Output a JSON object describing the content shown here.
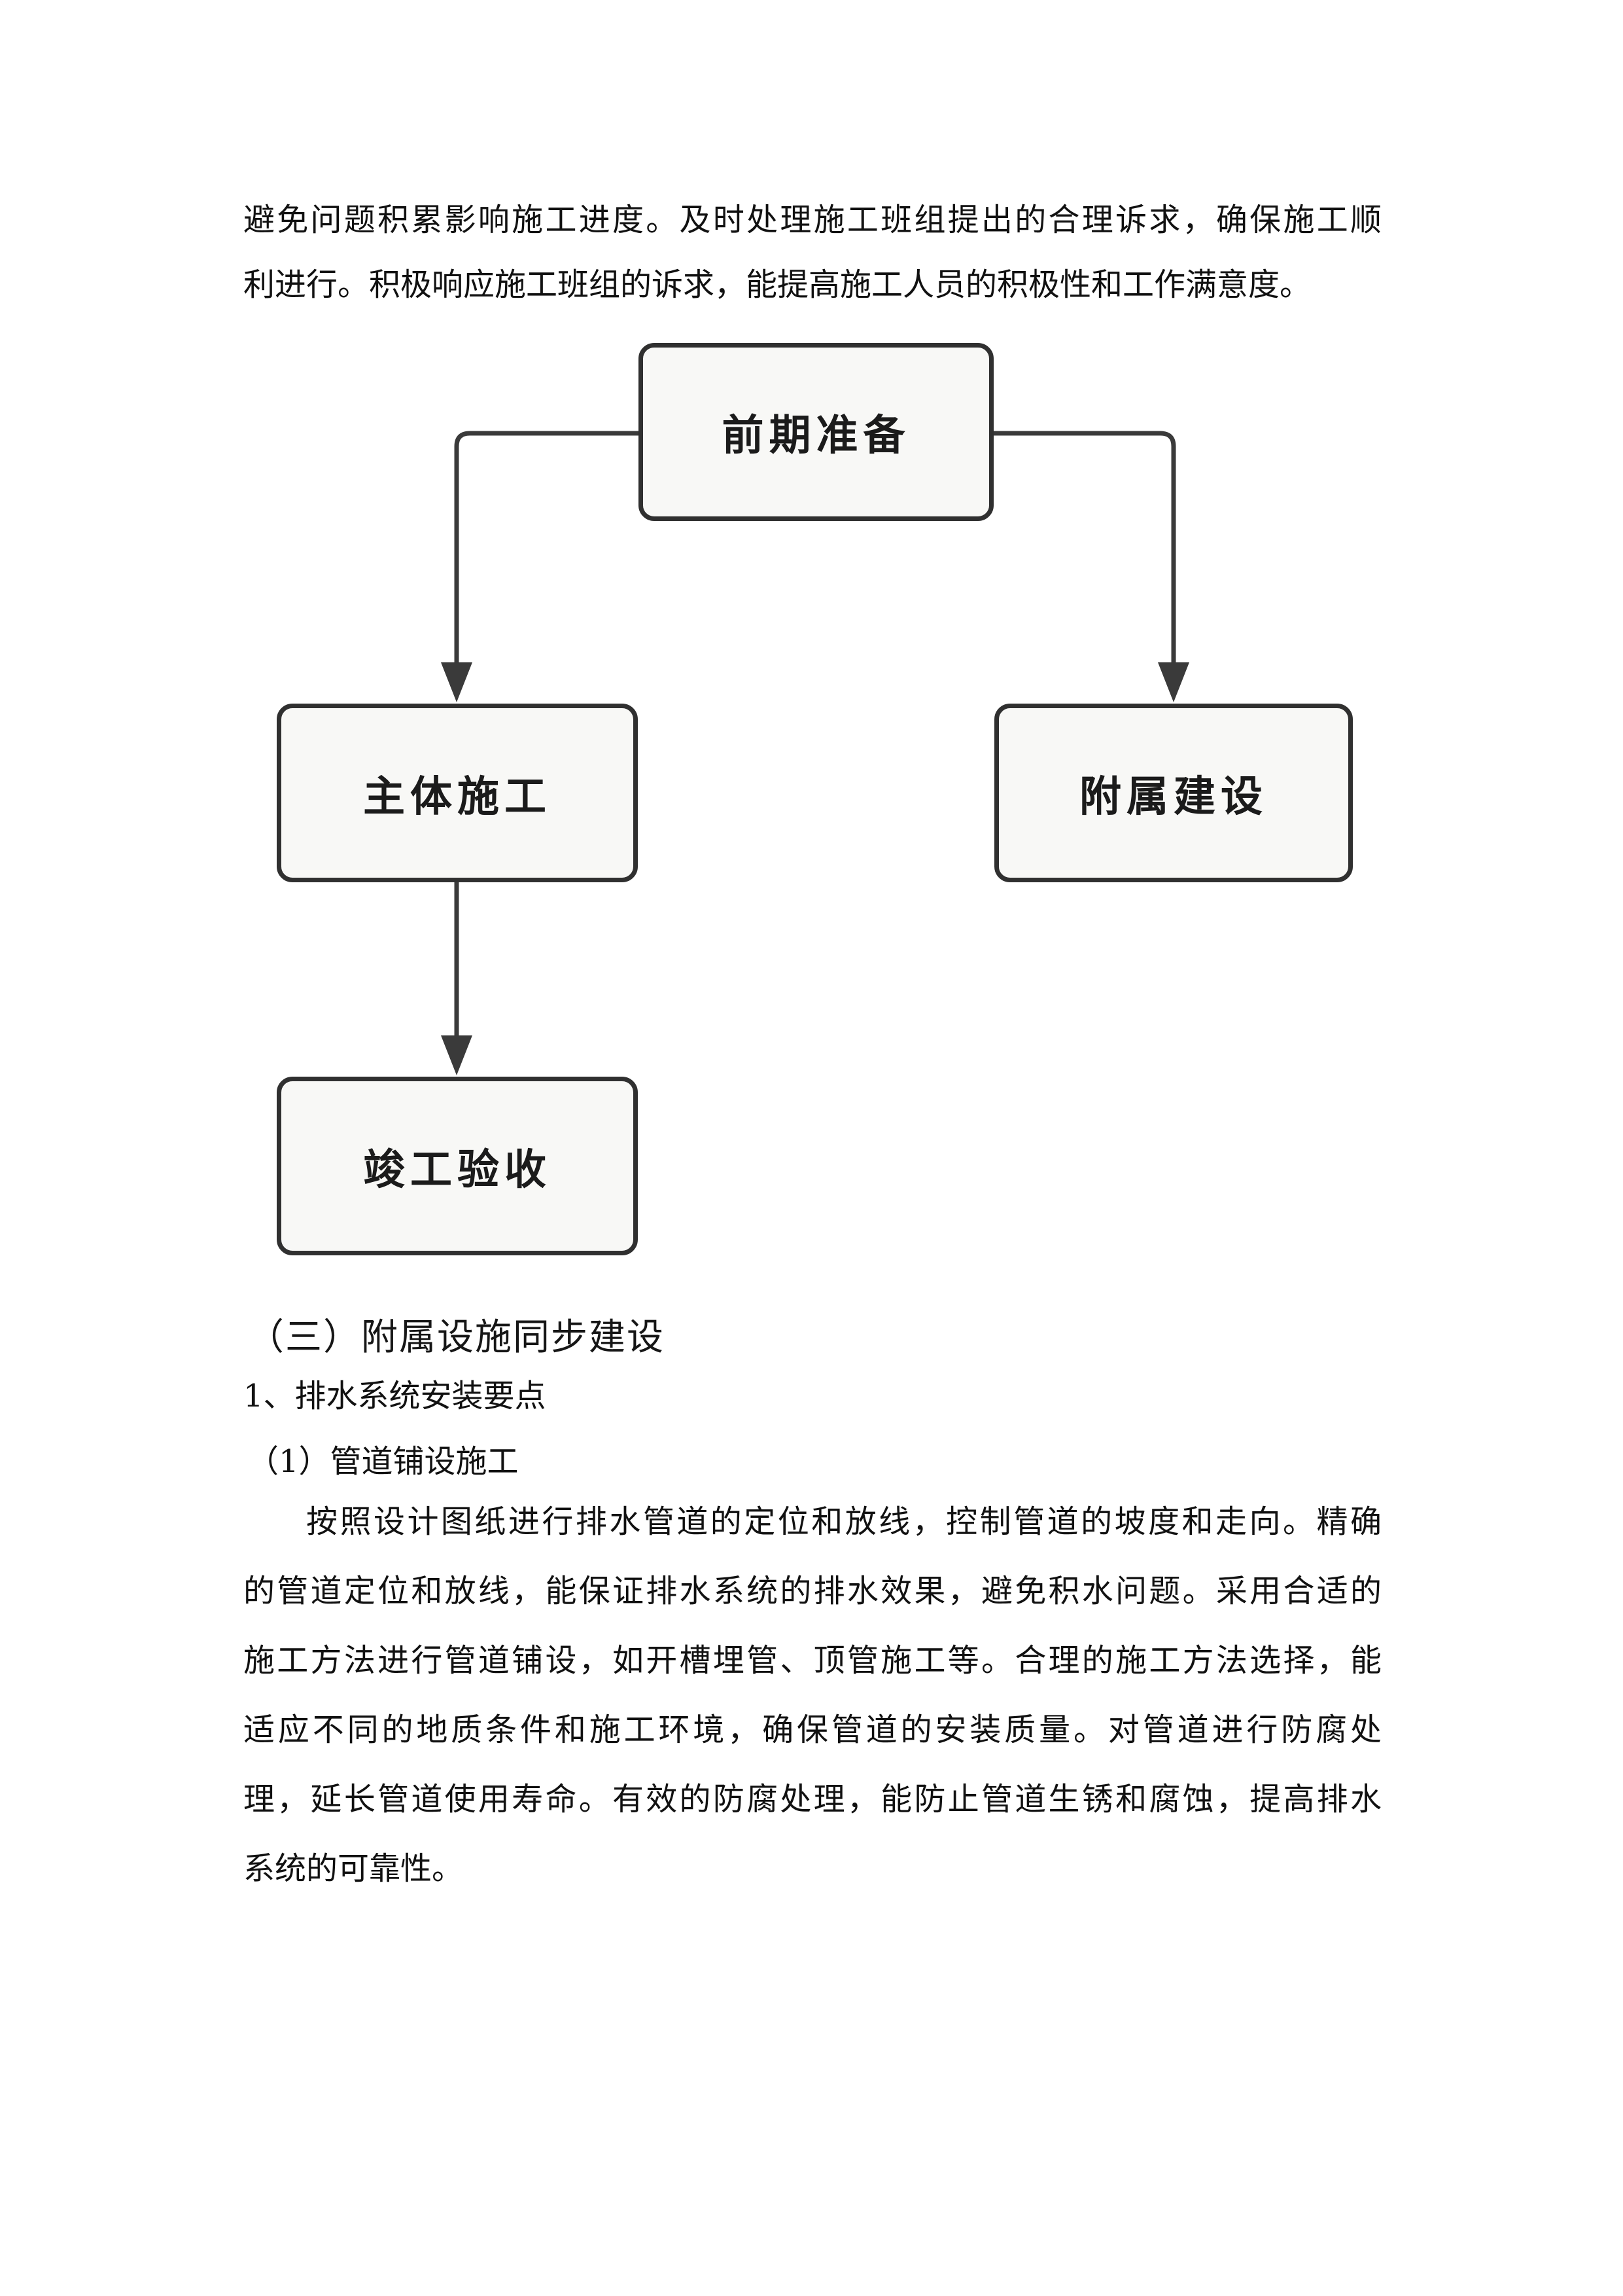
{
  "intro_paragraph": {
    "lines": [
      "避免问题积累影响施工进度。及时处理施工班组提出的合理诉求，确保施工顺",
      "利进行。积极响应施工班组的诉求，能提高施工人员的积极性和工作满意度。"
    ]
  },
  "flowchart": {
    "type": "flow-diagram",
    "nodes": [
      {
        "id": "prep",
        "label": "前期准备"
      },
      {
        "id": "main",
        "label": "主体施工"
      },
      {
        "id": "aux",
        "label": "附属建设"
      },
      {
        "id": "accept",
        "label": "竣工验收"
      }
    ],
    "edges": [
      {
        "from": "前期准备",
        "to": "主体施工"
      },
      {
        "from": "前期准备",
        "to": "附属建设"
      },
      {
        "from": "主体施工",
        "to": "竣工验收"
      }
    ],
    "colors": {
      "node_fill": "#f8f8f6",
      "node_border": "#303030",
      "connector": "#3a3a3a",
      "label_text": "#1b1b1b"
    }
  },
  "section": {
    "heading": "（三）附属设施同步建设",
    "item_level1": "1、排水系统安装要点",
    "item_level2": "（1）管道铺设施工",
    "paragraph_lines": [
      "按照设计图纸进行排水管道的定位和放线，控制管道的坡度和走向。精确",
      "的管道定位和放线，能保证排水系统的排水效果，避免积水问题。采用合适的",
      "施工方法进行管道铺设，如开槽埋管、顶管施工等。合理的施工方法选择，能",
      "适应不同的地质条件和施工环境，确保管道的安装质量。对管道进行防腐处",
      "理，延长管道使用寿命。有效的防腐处理，能防止管道生锈和腐蚀，提高排水",
      "系统的可靠性。"
    ]
  }
}
